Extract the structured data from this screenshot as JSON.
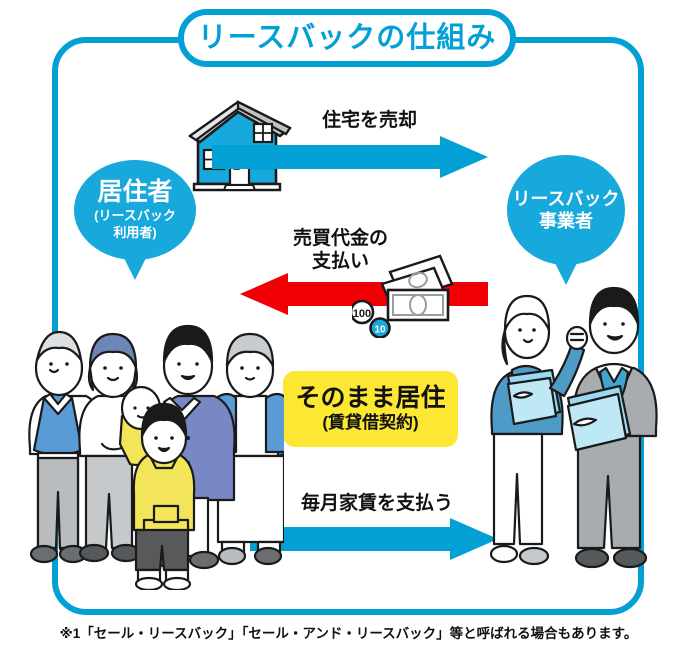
{
  "diagram": {
    "title": "リースバックの仕組み",
    "footnote": "※1「セール・リースバック」「セール・アンド・リースバック」等と呼ばれる場合もあります。",
    "colors": {
      "brand_blue": "#02A0D4",
      "illustration_blue": "#17A8DC",
      "arrow_red": "#F00004",
      "highlight_yellow": "#FCE732",
      "text_dark": "#111111",
      "roof_gray": "#C8CACC"
    }
  },
  "actors": {
    "resident": {
      "label": "居住者",
      "sub_line1": "(リースバック",
      "sub_line2": "利用者)",
      "illustration": "family-illustration"
    },
    "operator": {
      "label_line1": "リースバック",
      "label_line2": "事業者",
      "illustration": "business-staff-illustration"
    }
  },
  "flows": [
    {
      "id": "sell-house",
      "label": "住宅を売却",
      "direction": "right",
      "color": "#02A0D4",
      "icon": "house-icon"
    },
    {
      "id": "pay-price",
      "label_line1": "売買代金の",
      "label_line2": "支払い",
      "direction": "left",
      "color": "#F00004",
      "icon": "banknotes-icon"
    },
    {
      "id": "pay-rent",
      "label": "毎月家賃を支払う",
      "direction": "right",
      "color": "#02A0D4",
      "icon": null
    }
  ],
  "highlight": {
    "line1": "そのまま居住",
    "line2": "(賃貸借契約)"
  },
  "money_icon": {
    "coin_large_value": "100",
    "coin_small_value": "10"
  }
}
